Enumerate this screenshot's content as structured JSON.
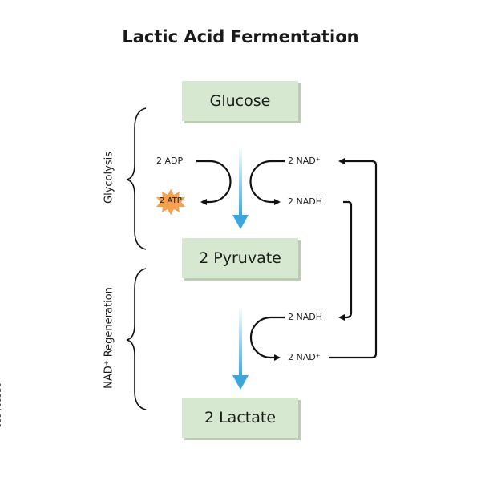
{
  "title": "Lactic Acid Fermentation",
  "nodes": {
    "glucose": "Glucose",
    "pyruvate": "2 Pyruvate",
    "lactate": "2 Lactate"
  },
  "phases": {
    "glycolysis": "Glycolysis",
    "regeneration": "NAD⁺ Regeneration"
  },
  "labels": {
    "adp": "2 ADP",
    "atp": "2 ATP",
    "nad1": "2 NAD⁺",
    "nadh1": "2 NADH",
    "nadh2": "2 NADH",
    "nad2": "2 NAD⁺"
  },
  "stock_id": "659460550",
  "colors": {
    "box": "#d6e9d0",
    "arrow_main": "#3aa8de",
    "star": "#f6a04d"
  }
}
